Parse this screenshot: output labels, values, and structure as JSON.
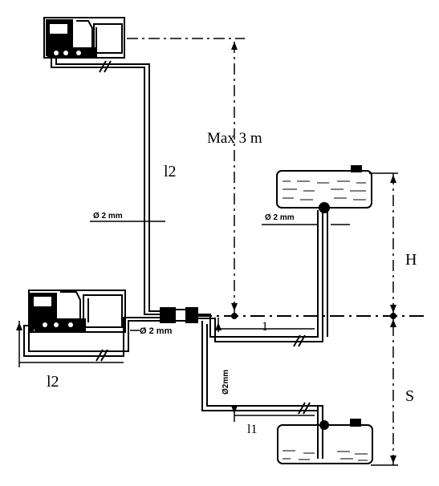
{
  "labels": {
    "max_height": "Max 3 m",
    "l2_vertical": "l2",
    "l2_bottom": "l2",
    "l1_upper": "1",
    "l1_lower": "l1",
    "dim_h": "H",
    "dim_s": "S",
    "dia_left_vertical": "Ø 2 mm",
    "dia_horizontal": "Ø 2 mm",
    "dia_tank_upper": "Ø 2 mm",
    "dia_vertical_lower": "Ø2mm"
  },
  "colors": {
    "line": "#000000",
    "background": "#ffffff"
  }
}
